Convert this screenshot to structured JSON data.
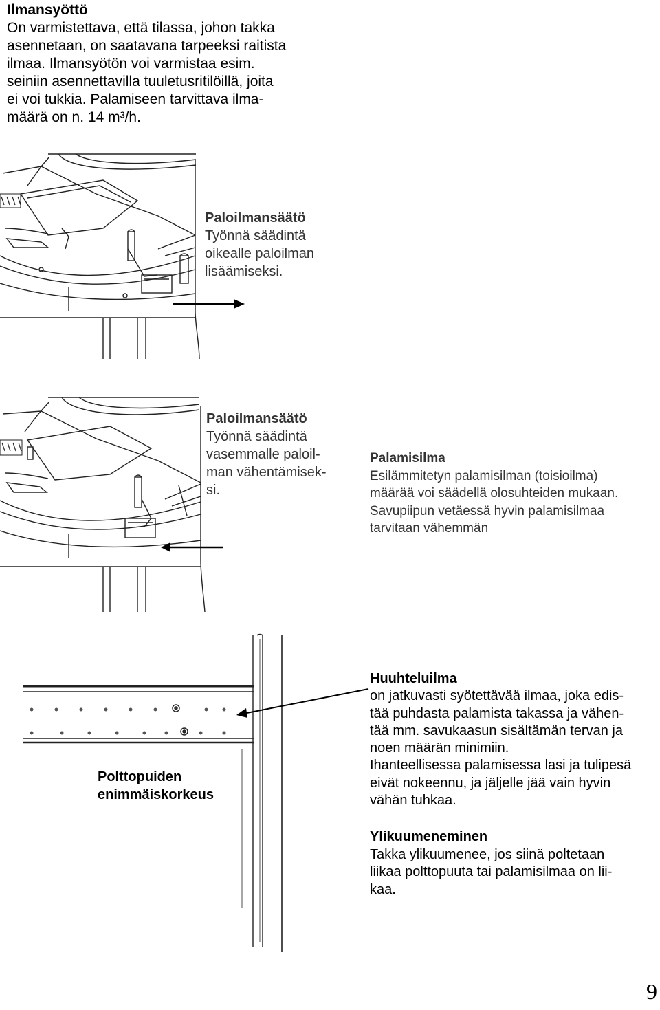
{
  "intake": {
    "heading": "Ilmansyöttö",
    "lines": [
      "On varmistettava, että tilassa, johon takka",
      "asennetaan, on saatavana tarpeeksi raitista",
      "ilmaa. Ilmansyötön voi varmistaa esim.",
      "seiniin asennettavilla tuuletusritilöillä, joita",
      "ei voi tukkia. Palamiseen tarvittava ilma-",
      "määrä on n. 14 m³/h."
    ]
  },
  "adjust_right": {
    "title": "Paloilmansäätö",
    "lines": [
      "Työnnä säädintä",
      "oikealle paloilman",
      "lisäämiseksi."
    ]
  },
  "adjust_left": {
    "title": "Paloilmansäätö",
    "lines": [
      "Työnnä säädintä",
      "vasemmalle paloil-",
      "man vähentämisek-",
      "si."
    ]
  },
  "combustion": {
    "title": "Palamisilma",
    "lines": [
      "Esilämmitetyn palamisilman (toisioilma)",
      "määrää voi säädellä olosuhteiden mukaan.",
      "Savupiipun vetäessä hyvin palamisilmaa",
      "tarvitaan vähemmän"
    ]
  },
  "fuel_height": {
    "label_lines": [
      "Polttopuiden",
      "enimmäiskorkeus"
    ]
  },
  "flushing": {
    "title": "Huuhteluilma",
    "lines": [
      "on jatkuvasti syötettävää ilmaa, joka edis-",
      "tää puhdasta palamista takassa ja vähen-",
      "tää mm. savukaasun sisältämän tervan ja",
      "noen määrän minimiin.",
      "Ihanteellisessa palamisessa lasi ja tulipesä",
      "eivät nokeennu, ja jäljelle jää vain hyvin",
      "vähän tuhkaa."
    ]
  },
  "overheating": {
    "title": "Ylikuumeneminen",
    "lines": [
      "Takka ylikuumenee, jos siinä poltetaan",
      "liikaa polttopuuta tai palamisilmaa on lii-",
      "kaa."
    ]
  },
  "page_number": "9"
}
